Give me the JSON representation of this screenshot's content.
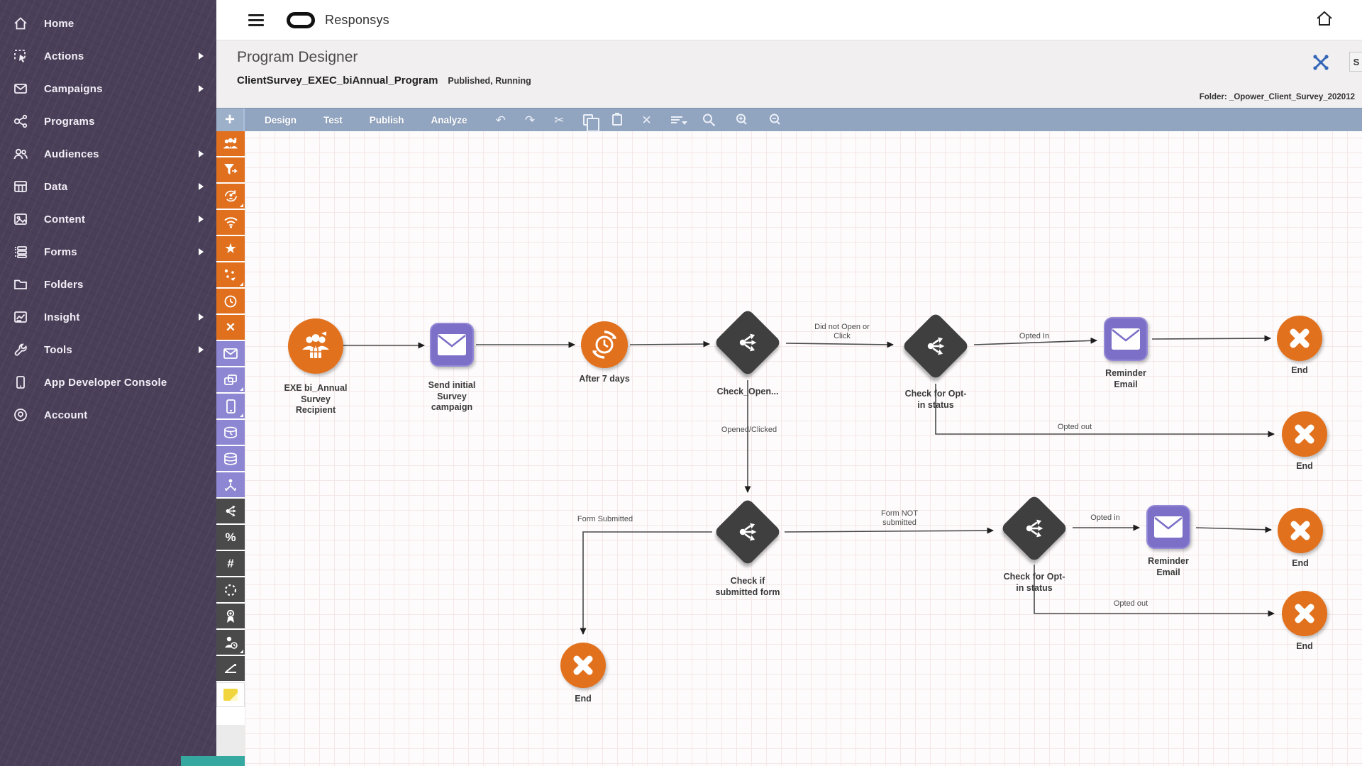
{
  "sidebar": {
    "items": [
      {
        "label": "Home",
        "icon": "home-icon",
        "expandable": false
      },
      {
        "label": "Actions",
        "icon": "actions-icon",
        "expandable": true
      },
      {
        "label": "Campaigns",
        "icon": "campaigns-icon",
        "expandable": true
      },
      {
        "label": "Programs",
        "icon": "programs-icon",
        "expandable": false
      },
      {
        "label": "Audiences",
        "icon": "audiences-icon",
        "expandable": true
      },
      {
        "label": "Data",
        "icon": "data-icon",
        "expandable": true
      },
      {
        "label": "Content",
        "icon": "content-icon",
        "expandable": true
      },
      {
        "label": "Forms",
        "icon": "forms-icon",
        "expandable": true
      },
      {
        "label": "Folders",
        "icon": "folders-icon",
        "expandable": false
      },
      {
        "label": "Insight",
        "icon": "insight-icon",
        "expandable": true
      },
      {
        "label": "Tools",
        "icon": "tools-icon",
        "expandable": true
      },
      {
        "label": "App Developer Console",
        "icon": "console-icon",
        "expandable": false
      },
      {
        "label": "Account",
        "icon": "account-icon",
        "expandable": false
      }
    ]
  },
  "topbar": {
    "brand": "Responsys"
  },
  "program_header": {
    "title": "Program Designer",
    "program_name": "ClientSurvey_EXEC_biAnnual_Program",
    "status": "Published, Running",
    "folder_label": "Folder:",
    "folder_name": "_Opower_Client_Survey_202012",
    "save_button_partial": "S"
  },
  "toolbar": {
    "add_label": "+",
    "tabs": [
      "Design",
      "Test",
      "Publish",
      "Analyze"
    ],
    "icon_names": [
      "undo-icon",
      "redo-icon",
      "cut-icon",
      "copy-icon",
      "paste-icon",
      "delete-icon",
      "align-list-icon",
      "zoom-icon",
      "zoom-in-icon",
      "zoom-out-icon"
    ]
  },
  "palette": {
    "groups": [
      {
        "color": "orange",
        "items": [
          "audience",
          "filter",
          "reentry-person",
          "wifi",
          "favorite",
          "event-path",
          "timer",
          "end"
        ]
      },
      {
        "color": "purple",
        "items": [
          "email-campaign",
          "multi-campaign",
          "mobile-campaign",
          "data-wait",
          "data-switch",
          "ab-test"
        ]
      },
      {
        "color": "gray",
        "items": [
          "decision-switch",
          "percentage-split",
          "allocation",
          "loop",
          "profile-badge",
          "person-wait",
          "gate-switch"
        ]
      },
      {
        "color": "white",
        "items": [
          "note"
        ]
      }
    ]
  },
  "flow": {
    "nodes": [
      {
        "type": "start",
        "label": "EXE bi_Annual\nSurvey\nRecipient"
      },
      {
        "type": "email",
        "label": "Send initial\nSurvey\ncampaign"
      },
      {
        "type": "timer",
        "label": "After 7 days"
      },
      {
        "type": "switch",
        "label": "Check_Open..."
      },
      {
        "type": "switch",
        "label": "Check for Opt-\nin status"
      },
      {
        "type": "email",
        "label": "Reminder\nEmail"
      },
      {
        "type": "end",
        "label": "End"
      },
      {
        "type": "end",
        "label": "End"
      },
      {
        "type": "switch",
        "label": "Check if\nsubmitted form"
      },
      {
        "type": "end",
        "label": "End"
      },
      {
        "type": "switch",
        "label": "Check for Opt-\nin status"
      },
      {
        "type": "email",
        "label": "Reminder\nEmail"
      },
      {
        "type": "end",
        "label": "End"
      },
      {
        "type": "end",
        "label": "End"
      }
    ],
    "edge_labels": [
      {
        "text": "Did not Open or\nClick"
      },
      {
        "text": "Opted In"
      },
      {
        "text": "Opted out"
      },
      {
        "text": "Opened/Clicked"
      },
      {
        "text": "Form Submitted"
      },
      {
        "text": "Form NOT\nsubmitted"
      },
      {
        "text": "Opted in"
      },
      {
        "text": "Opted out"
      }
    ]
  }
}
